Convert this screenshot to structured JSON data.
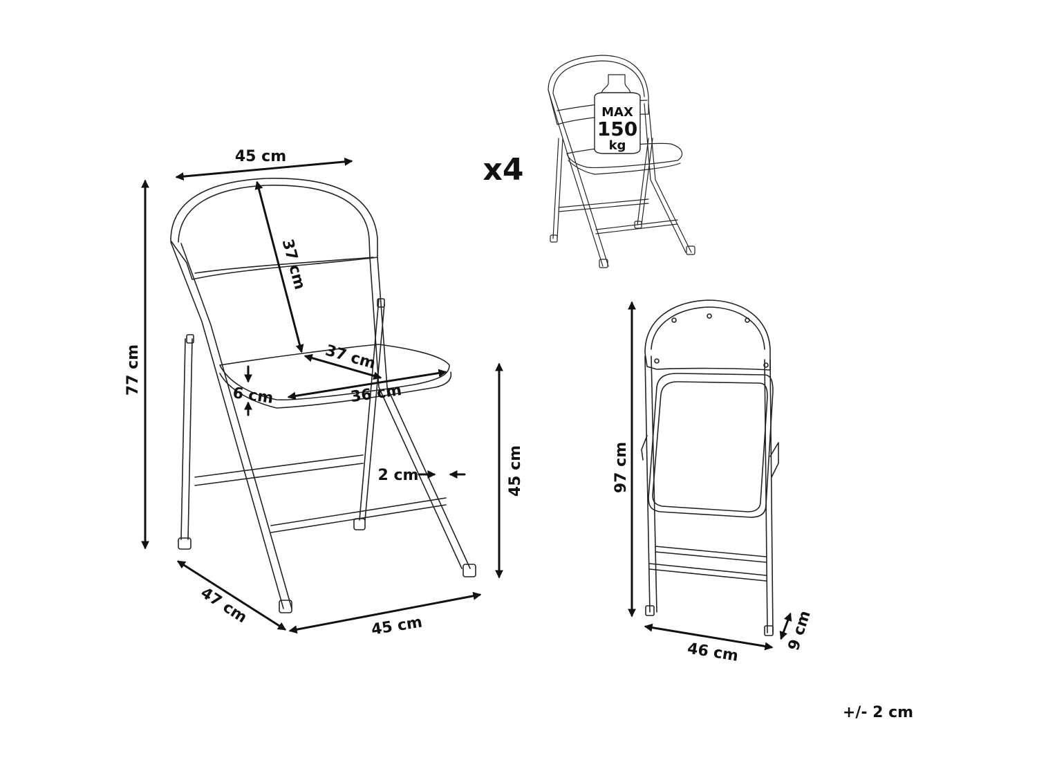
{
  "dimensions": {
    "main_chair": {
      "back_width": "45 cm",
      "back_height": "37 cm",
      "seat_depth": "37 cm",
      "seat_width": "36 cm",
      "seat_thickness": "6 cm",
      "total_height": "77 cm",
      "seat_height": "45 cm",
      "leg_thickness": "2 cm",
      "base_depth": "47 cm",
      "base_width": "45 cm"
    },
    "folded_chair": {
      "height": "97 cm",
      "width": "46 cm",
      "depth": "9 cm"
    }
  },
  "quantity": "x4",
  "weight_badge": {
    "line1": "MAX",
    "line2": "150",
    "line3": "kg"
  },
  "tolerance": "+/- 2 cm"
}
